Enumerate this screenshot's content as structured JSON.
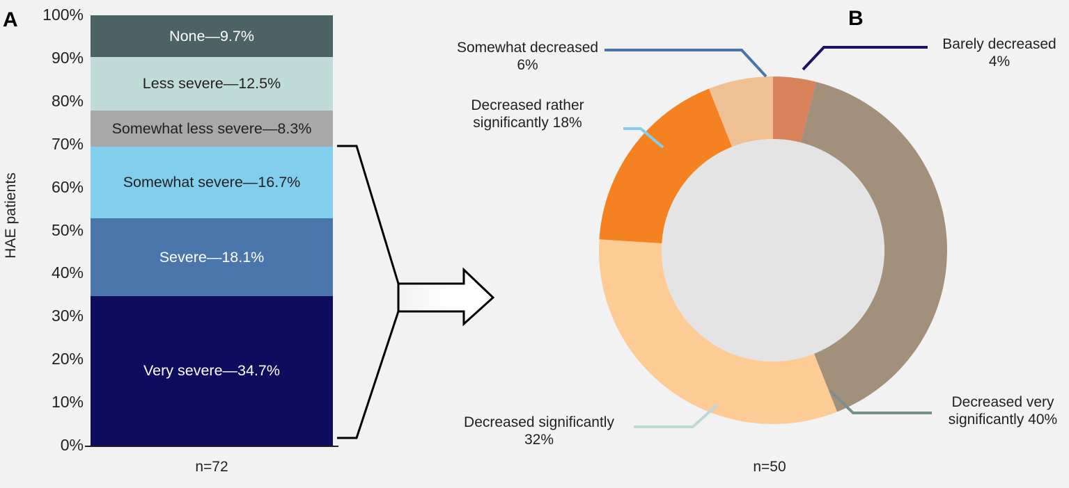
{
  "panels": {
    "a": {
      "letter": "A"
    },
    "b": {
      "letter": "B"
    }
  },
  "panel_a": {
    "y_axis_title": "HAE patients",
    "n_label": "n=72",
    "y_ticks": [
      "100%",
      "90%",
      "80%",
      "70%",
      "60%",
      "50%",
      "40%",
      "30%",
      "20%",
      "10%",
      "0%"
    ]
  },
  "panel_b": {
    "n_label": "n=50",
    "callouts": {
      "somewhat_decreased": "Somewhat decreased\n6%",
      "decreased_rather_significantly": "Decreased rather\nsignificantly 18%",
      "barely_decreased": "Barely decreased\n4%",
      "decreased_very_significantly": "Decreased very\nsignificantly 40%",
      "decreased_significantly": "Decreased significantly\n32%"
    }
  },
  "chart_data": [
    {
      "type": "bar",
      "id": "panel-a-stacked-bar",
      "title": "",
      "xlabel": "",
      "ylabel": "HAE patients",
      "ylim": [
        0,
        100
      ],
      "grid": false,
      "legend": "none",
      "orientation": "vertical-stacked",
      "sample_size": "n=72",
      "categories": [
        "HAE patients"
      ],
      "segments": [
        {
          "label": "None",
          "value": 9.7,
          "display": "None—9.7%",
          "color": "#4c6366",
          "text_color": "#ffffff"
        },
        {
          "label": "Less severe",
          "value": 12.5,
          "display": "Less severe—12.5%",
          "color": "#bfdcd9",
          "text_color": "#231f20"
        },
        {
          "label": "Somewhat less severe",
          "value": 8.3,
          "display": "Somewhat less severe—8.3%",
          "color": "#a8a8a8",
          "text_color": "#231f20"
        },
        {
          "label": "Somewhat severe",
          "value": 16.7,
          "display": "Somewhat severe—16.7%",
          "color": "#81cfec",
          "text_color": "#231f20"
        },
        {
          "label": "Severe",
          "value": 18.1,
          "display": "Severe—18.1%",
          "color": "#4a76ac",
          "text_color": "#ffffff"
        },
        {
          "label": "Very severe",
          "value": 34.7,
          "display": "Very severe—34.7%",
          "color": "#0d0c5e",
          "text_color": "#ffffff"
        }
      ]
    },
    {
      "type": "pie",
      "id": "panel-b-donut",
      "title": "",
      "legend": "callout-labels",
      "sample_size": "n=50",
      "hole_ratio": 0.64,
      "start_angle_deg": 0,
      "direction": "clockwise",
      "slices": [
        {
          "label": "Barely decreased",
          "value": 4,
          "display": "4%",
          "color": "#d9825c",
          "leader_color": "#1b1464"
        },
        {
          "label": "Decreased very significantly",
          "value": 40,
          "display": "40%",
          "color": "#a3907b",
          "leader_color": "#7a8e8c"
        },
        {
          "label": "Decreased significantly",
          "value": 32,
          "display": "32%",
          "color": "#fdcc96",
          "leader_color": "#bcd9d6"
        },
        {
          "label": "Decreased rather significantly",
          "value": 18,
          "display": "18%",
          "color": "#f58220",
          "leader_color": "#81cfec"
        },
        {
          "label": "Somewhat decreased",
          "value": 6,
          "display": "6%",
          "color": "#eec093",
          "leader_color": "#4a76ac"
        }
      ],
      "hole_color": "#e4e4e4"
    }
  ],
  "colors": {
    "background": "#f2f2f2",
    "text": "#231f20",
    "arrow_fill": "#ffffff",
    "arrow_stroke": "#000000"
  }
}
